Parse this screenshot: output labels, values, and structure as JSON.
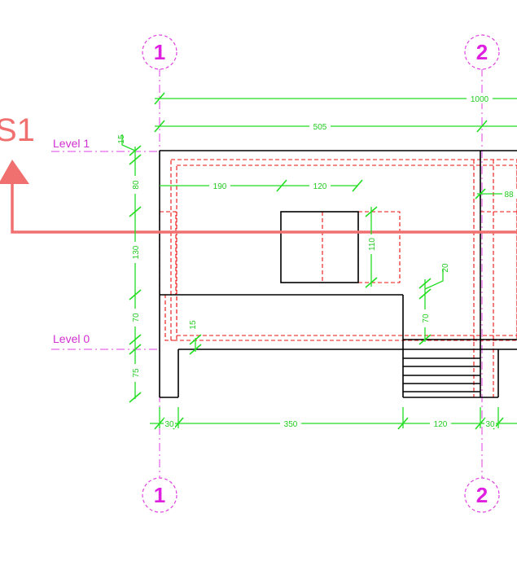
{
  "grids": [
    {
      "label": "1"
    },
    {
      "label": "2"
    }
  ],
  "levels": {
    "level1": "Level 1",
    "level0": "Level 0"
  },
  "section": {
    "label": "S1"
  },
  "dimensions": {
    "overall": "1000",
    "grid_span": "505",
    "opening_offset": "190",
    "opening_width": "120",
    "opening_height": "110",
    "right_offset": "88",
    "vert_15_top": "15",
    "vert_80": "80",
    "vert_130": "130",
    "vert_70_left": "70",
    "vert_15_mid": "15",
    "vert_75": "75",
    "vert_70_right": "70",
    "step_20": "20",
    "bottom_30_left": "30",
    "bottom_350": "350",
    "bottom_120": "120",
    "bottom_30_right": "30"
  },
  "colors": {
    "grid": "#e040e0",
    "dimension": "#22dd22",
    "hidden_lines": "#ee1111",
    "section_marker": "#f07070",
    "walls": "#000000"
  }
}
